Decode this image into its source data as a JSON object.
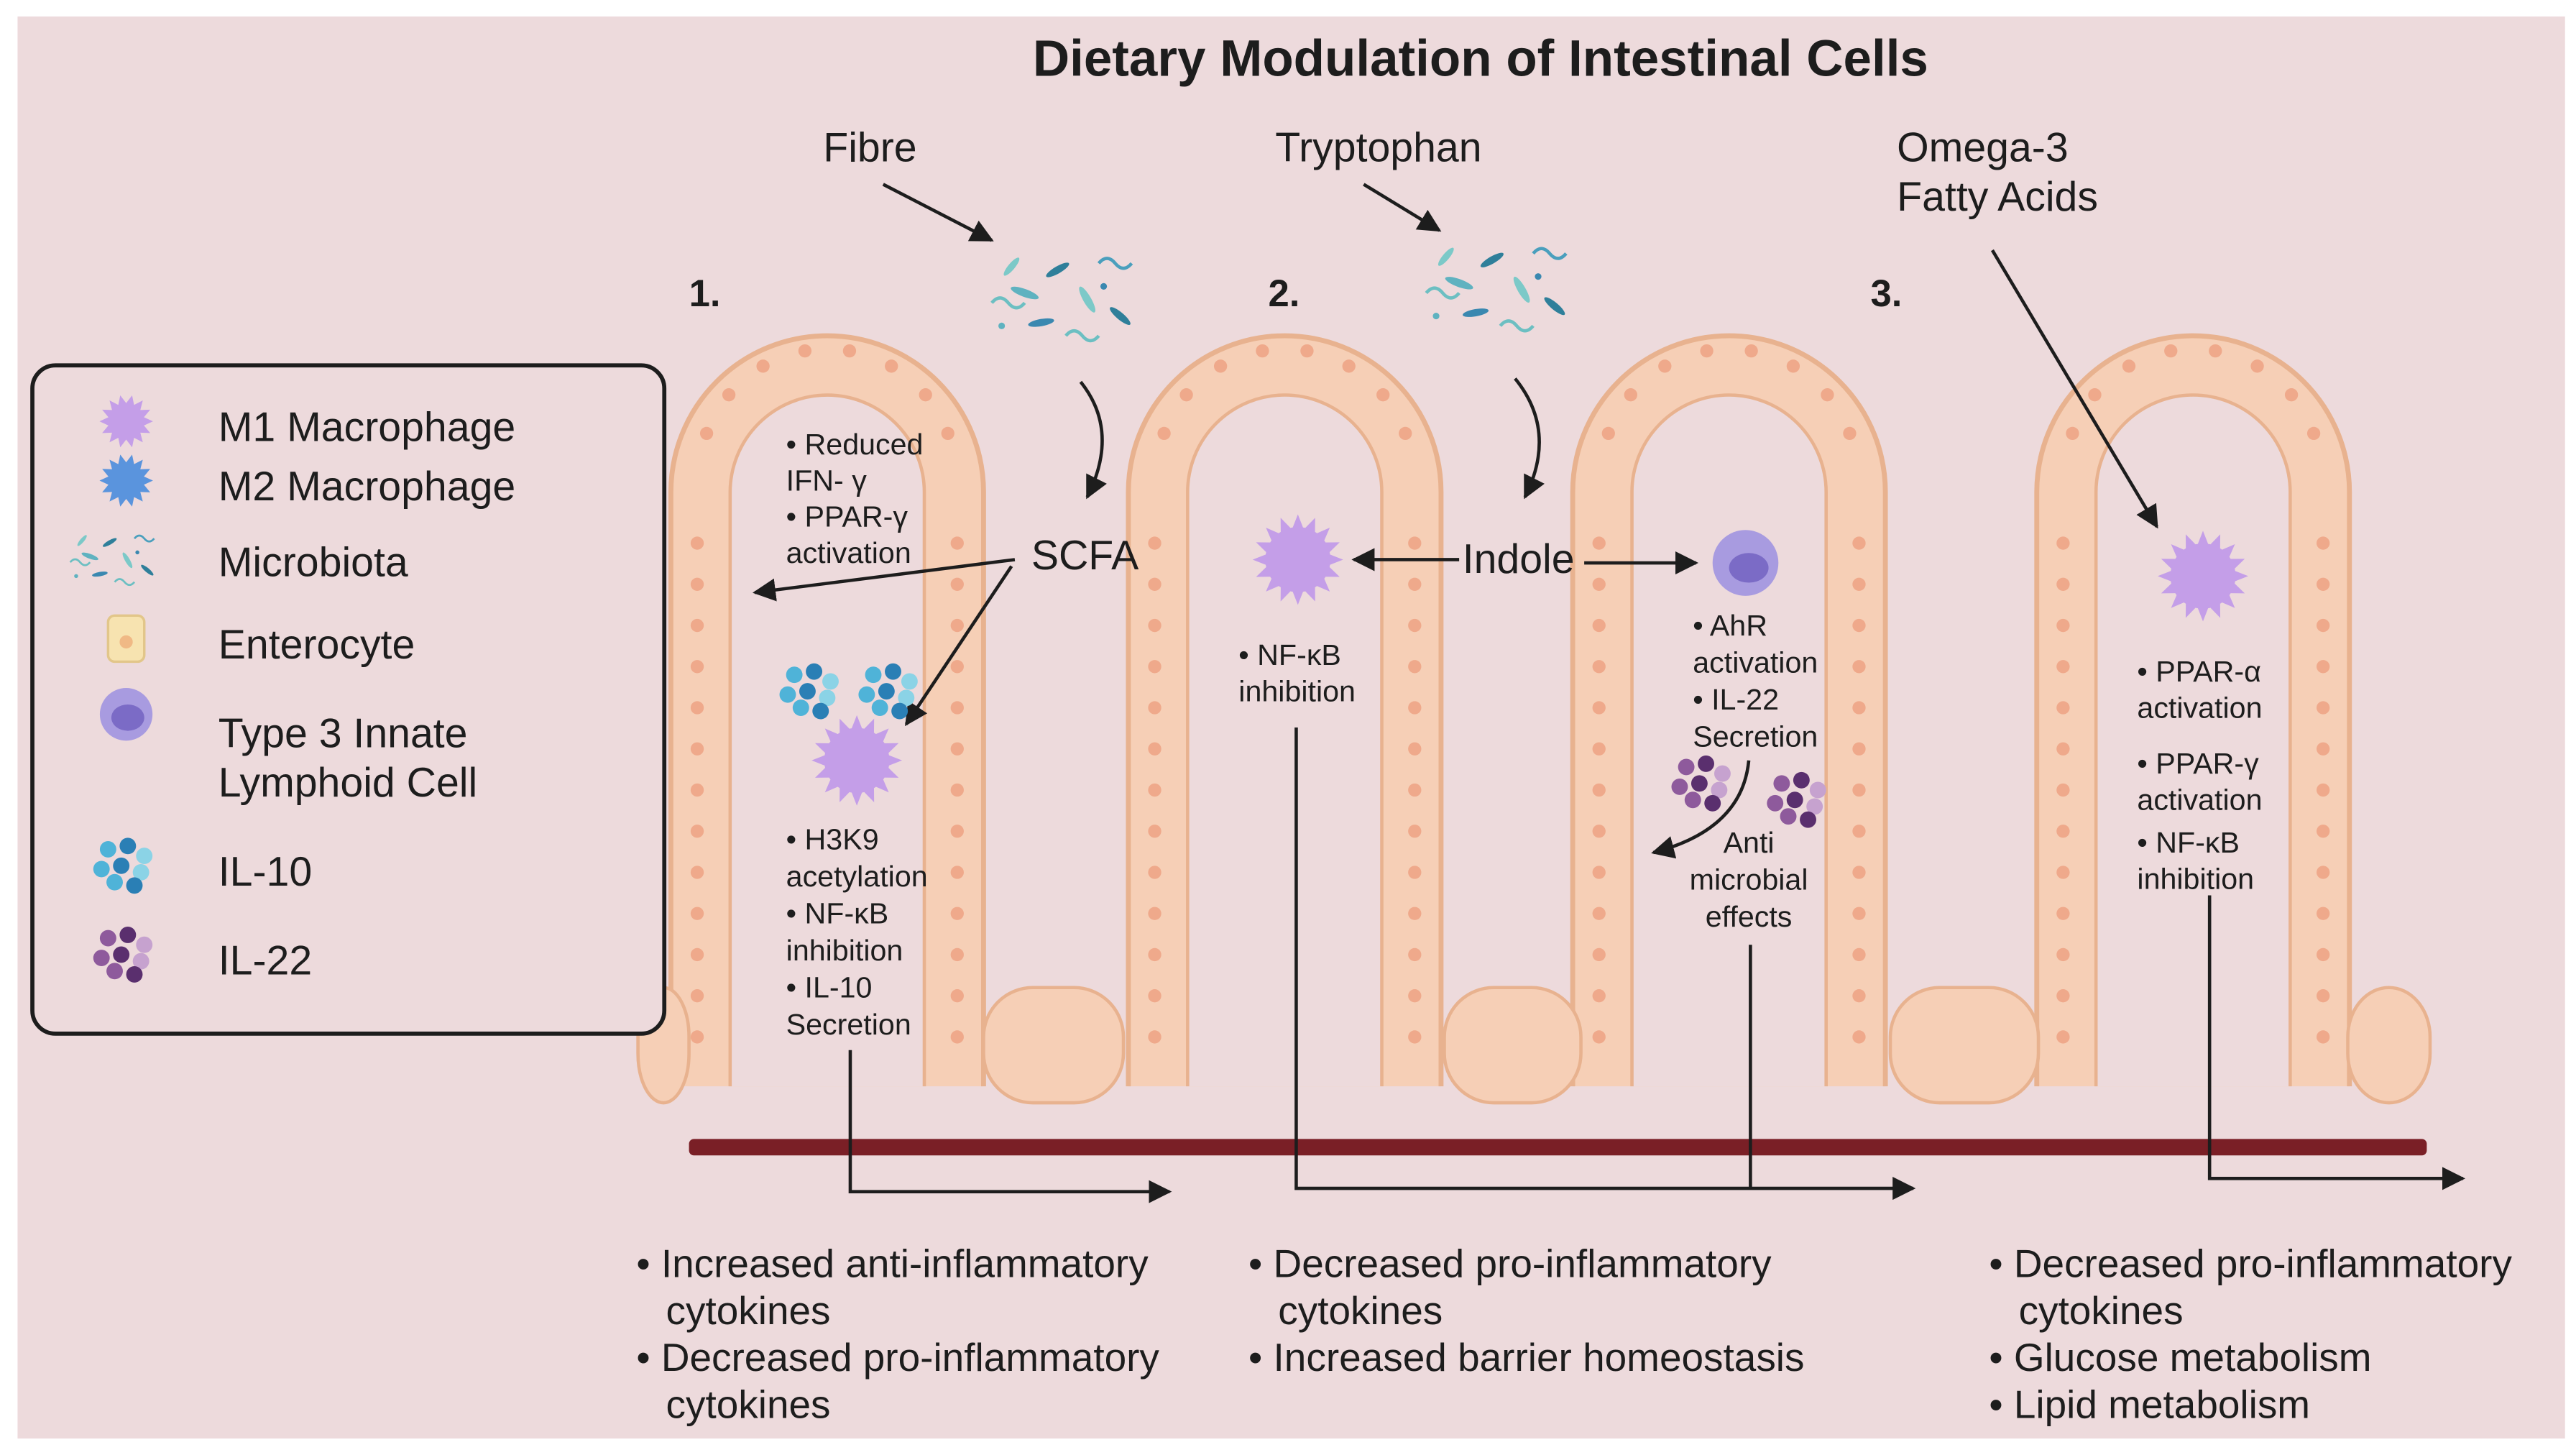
{
  "title": "Dietary Modulation of Intestinal Cells",
  "colors": {
    "background": "#eddadc",
    "villus_fill": "#f6cfb6",
    "villus_cells": "#f3c3a6",
    "villus_border": "#e8b28f",
    "nucleus": "#efa98b",
    "m1_macrophage": "#c49ee8",
    "m2_macrophage": "#5a94dd",
    "ilc3_outer": "#a89be0",
    "ilc3_inner": "#7b6bc6",
    "il10": "#4fb3d8",
    "il22": "#8e5a9c",
    "baseline": "#7a1f26",
    "arrow": "#1d1d1d"
  },
  "inputs": {
    "fibre": "Fibre",
    "tryptophan": "Tryptophan",
    "omega_line1": "Omega-3",
    "omega_line2": "Fatty Acids"
  },
  "section_numbers": [
    "1.",
    "2.",
    "3."
  ],
  "metabolites": {
    "scfa": "SCFA",
    "indole": "Indole"
  },
  "legend": {
    "items": [
      {
        "icon": "m1-macrophage-icon",
        "lines": [
          "M1 Macrophage"
        ]
      },
      {
        "icon": "m2-macrophage-icon",
        "lines": [
          "M2 Macrophage"
        ]
      },
      {
        "icon": "microbiota-icon",
        "lines": [
          "Microbiota"
        ]
      },
      {
        "icon": "enterocyte-icon",
        "lines": [
          "Enterocyte"
        ]
      },
      {
        "icon": "ilc3-icon",
        "lines": [
          "Type 3 Innate",
          "Lymphoid Cell"
        ]
      },
      {
        "icon": "il10-icon",
        "lines": [
          "IL-10"
        ]
      },
      {
        "icon": "il22-icon",
        "lines": [
          "IL-22"
        ]
      }
    ]
  },
  "notes": {
    "scfa_upper": [
      "• Reduced",
      "IFN- γ",
      "• PPAR-γ",
      "activation"
    ],
    "scfa_lower": [
      "• H3K9",
      "acetylation",
      "• NF-κB",
      "inhibition",
      "• IL-10",
      "Secretion"
    ],
    "indole_left": [
      "• NF-κB",
      "inhibition"
    ],
    "indole_right": [
      "• AhR",
      "activation",
      "• IL-22",
      "Secretion"
    ],
    "antimicrobial": [
      "Anti",
      "microbial",
      "effects"
    ],
    "omega": [
      "• PPAR-α",
      "activation",
      "• PPAR-γ",
      "activation",
      "• NF-κB",
      "inhibition"
    ]
  },
  "outcomes": {
    "col1": [
      "• Increased anti-inflammatory",
      "cytokines",
      "• Decreased pro-inflammatory",
      "cytokines"
    ],
    "col2": [
      "•  Decreased pro-inflammatory",
      "cytokines",
      "•  Increased barrier homeostasis"
    ],
    "col3": [
      "•  Decreased pro-inflammatory",
      "cytokines",
      "•  Glucose metabolism",
      "•  Lipid metabolism"
    ]
  }
}
